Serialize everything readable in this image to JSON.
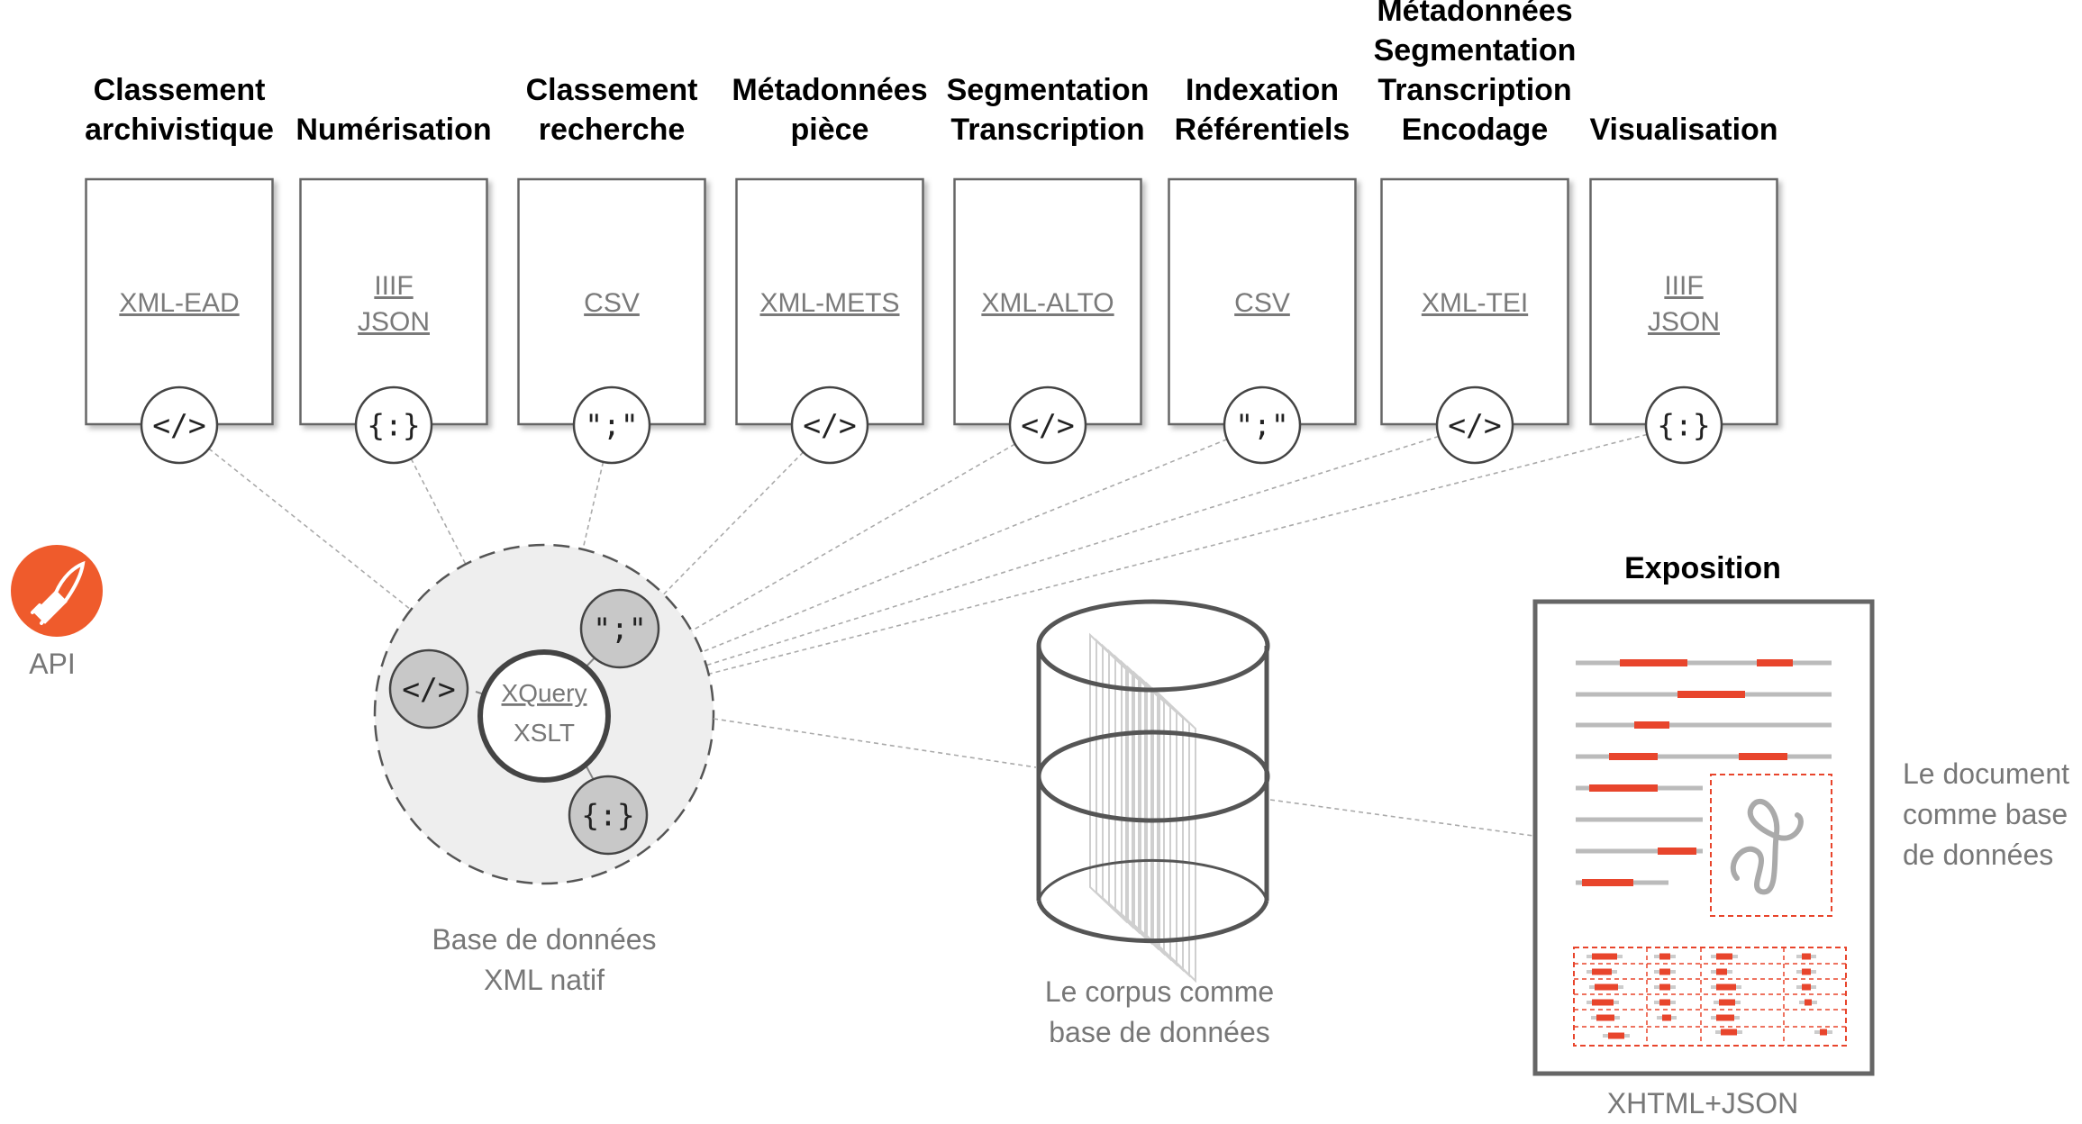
{
  "pipeline": [
    {
      "title": [
        "Classement",
        "archivistique"
      ],
      "format": [
        "XML-EAD"
      ],
      "icon": "</>"
    },
    {
      "title": [
        "Numérisation"
      ],
      "format": [
        "IIIF",
        "JSON"
      ],
      "icon": "{:}"
    },
    {
      "title": [
        "Classement",
        "recherche"
      ],
      "format": [
        "CSV"
      ],
      "icon": "\";\""
    },
    {
      "title": [
        "Métadonnées",
        "pièce"
      ],
      "format": [
        "XML-METS"
      ],
      "icon": "</>"
    },
    {
      "title": [
        "Segmentation",
        "Transcription"
      ],
      "format": [
        "XML-ALTO"
      ],
      "icon": "</>"
    },
    {
      "title": [
        "Indexation",
        "Référentiels"
      ],
      "format": [
        "CSV"
      ],
      "icon": "\";\""
    },
    {
      "title": [
        "Métadonnées",
        "Segmentation",
        "Transcription",
        "Encodage"
      ],
      "format": [
        "XML-TEI"
      ],
      "icon": "</>"
    },
    {
      "title": [
        "Visualisation"
      ],
      "format": [
        "IIIF",
        "JSON"
      ],
      "icon": "{:}"
    }
  ],
  "api": {
    "label": "API",
    "icon": "postman-logo-icon",
    "color": "#ef5b2c"
  },
  "database": {
    "engine_query": "XQuery",
    "engine_transform": "XSLT",
    "satellites": [
      "</>",
      "\";\"",
      "{:}"
    ],
    "caption": [
      "Base de données",
      "XML natif"
    ]
  },
  "corpus": {
    "caption": [
      "Le corpus comme",
      "base de données"
    ]
  },
  "exposition": {
    "title": "Exposition",
    "format": "XHTML+JSON",
    "side_caption": [
      "Le document",
      "comme base",
      "de données"
    ],
    "highlight_color": "#e8452c"
  }
}
